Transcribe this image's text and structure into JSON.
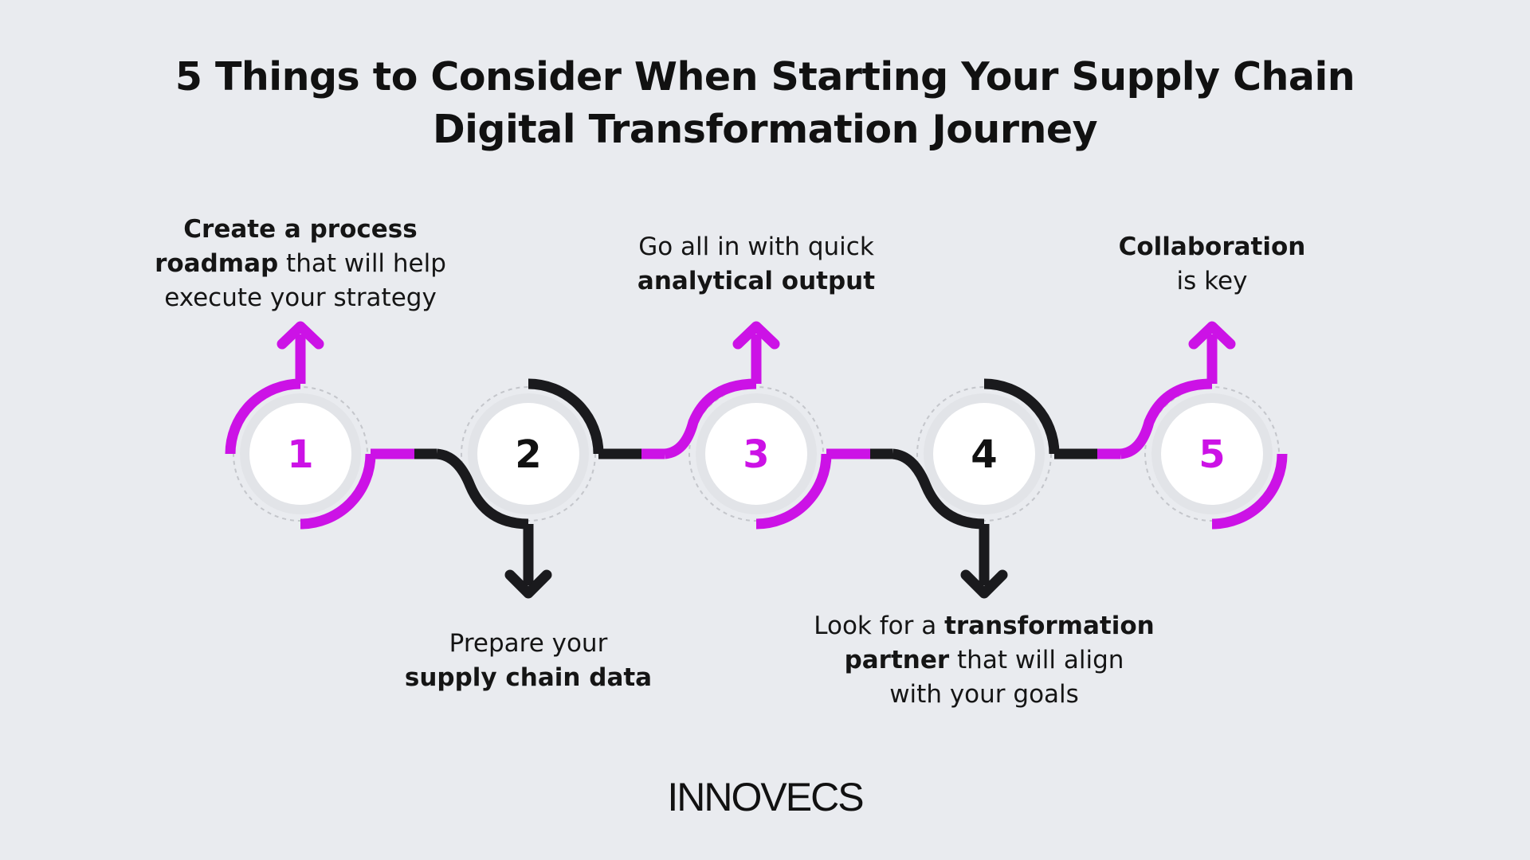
{
  "title": {
    "line1": "5 Things to Consider When Starting Your Supply Chain",
    "line2": "Digital Transformation Journey"
  },
  "colors": {
    "background": "#e9ebef",
    "accent": "#cc12e6",
    "dark": "#1a1a1d",
    "circle_fill": "#ffffff"
  },
  "steps": [
    {
      "number": "1",
      "direction": "up",
      "color": "accent",
      "text": {
        "line1": {
          "bold": "Create a process",
          "rest": ""
        },
        "line2": {
          "bold": "roadmap",
          "rest": " that will help"
        },
        "line3": {
          "bold": "",
          "rest": "execute your strategy"
        }
      }
    },
    {
      "number": "2",
      "direction": "down",
      "color": "dark",
      "text": {
        "line1": {
          "bold": "",
          "rest": "Prepare your"
        },
        "line2": {
          "bold": "supply chain data",
          "rest": ""
        }
      }
    },
    {
      "number": "3",
      "direction": "up",
      "color": "accent",
      "text": {
        "line1": {
          "bold": "",
          "rest": "Go all in with quick"
        },
        "line2": {
          "bold": "analytical output",
          "rest": ""
        }
      }
    },
    {
      "number": "4",
      "direction": "down",
      "color": "dark",
      "text": {
        "line1": {
          "pre": "Look for a ",
          "bold": "transformation"
        },
        "line2": {
          "bold": "partner",
          "rest": " that will align"
        },
        "line3": {
          "bold": "",
          "rest": "with your goals"
        }
      }
    },
    {
      "number": "5",
      "direction": "up",
      "color": "accent",
      "text": {
        "line1": {
          "bold": "Collaboration",
          "rest": ""
        },
        "line2": {
          "bold": "",
          "rest": "is key"
        }
      }
    }
  ],
  "brand": {
    "logo_text": "INNOVECS"
  }
}
